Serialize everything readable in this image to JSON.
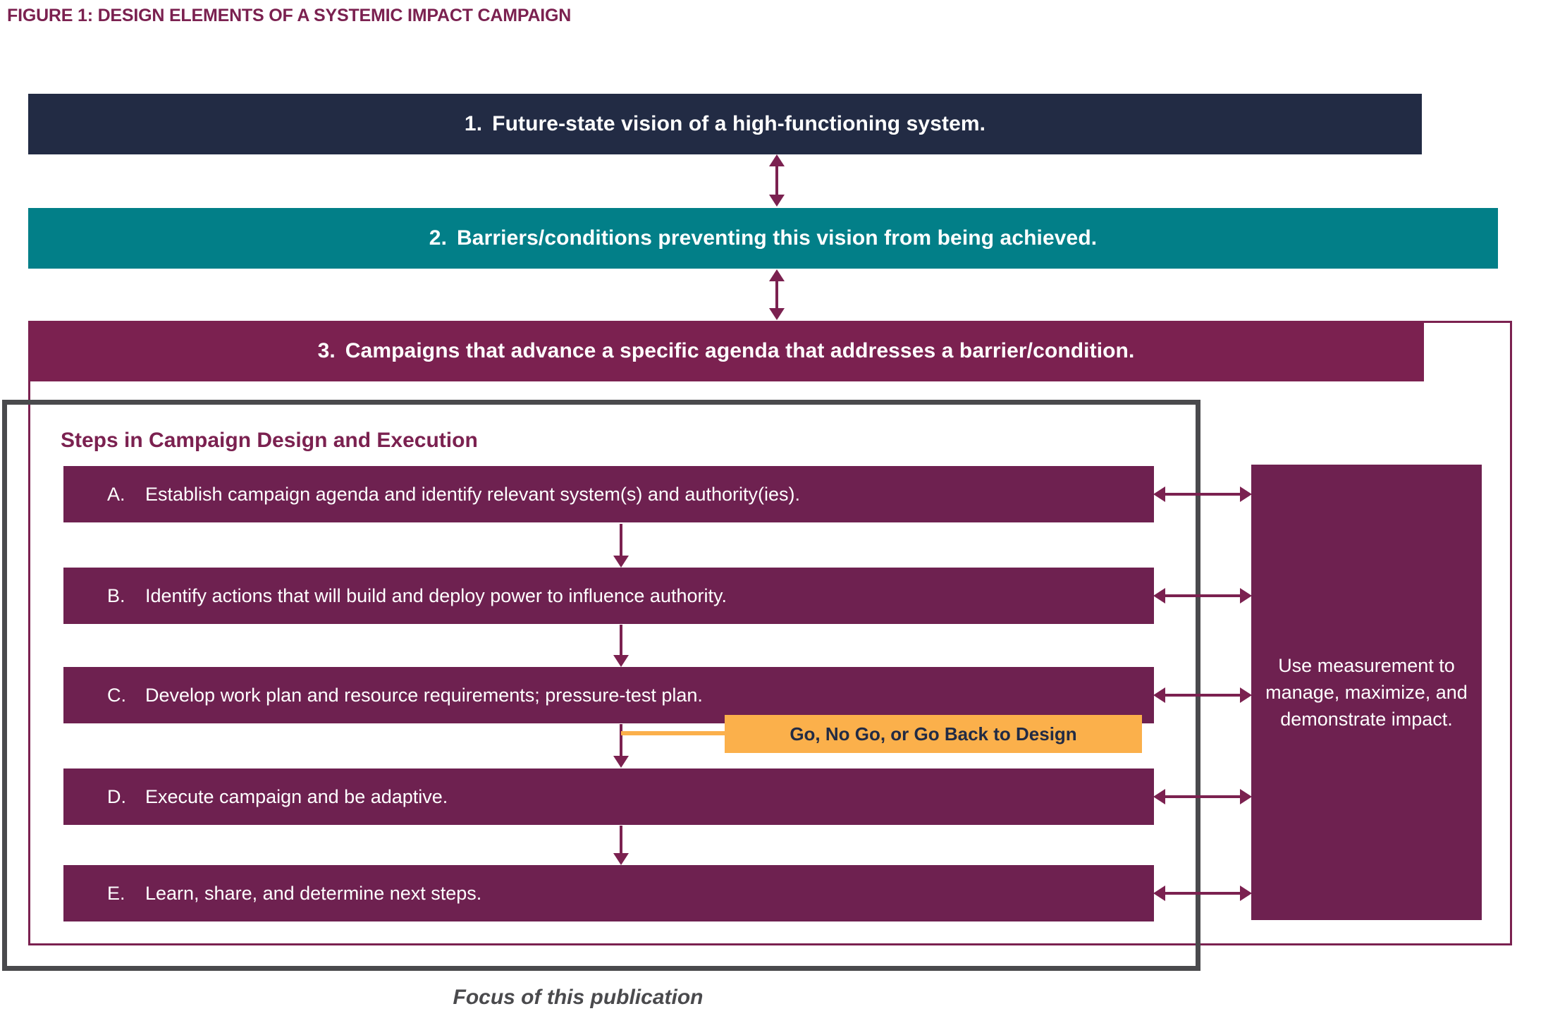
{
  "figure": {
    "title": "FIGURE 1: DESIGN ELEMENTS OF A SYSTEMIC IMPACT CAMPAIGN",
    "caption": "Focus of this publication"
  },
  "colors": {
    "title_magenta": "#7B2150",
    "navy": "#222B44",
    "teal": "#027F88",
    "magenta": "#7B2150",
    "step_magenta": "#6E2150",
    "orange": "#FBB04B",
    "gray": "#4A4A4D",
    "white": "#FFFFFF"
  },
  "levels": [
    {
      "number": "1.",
      "label": "Future-state vision of a high-functioning system.",
      "color": "#222B44"
    },
    {
      "number": "2.",
      "label": "Barriers/conditions preventing this vision from being achieved.",
      "color": "#027F88"
    },
    {
      "number": "3.",
      "label": "Campaigns that advance a specific agenda that addresses a barrier/condition.",
      "color": "#7B2150"
    }
  ],
  "steps_section": {
    "heading": "Steps in Campaign Design and Execution",
    "steps": [
      {
        "letter": "A.",
        "text": "Establish campaign agenda and identify relevant system(s) and authority(ies)."
      },
      {
        "letter": "B.",
        "text": "Identify actions that will build and deploy power to influence authority."
      },
      {
        "letter": "C.",
        "text": "Develop work plan and resource requirements; pressure-test plan."
      },
      {
        "letter": "D.",
        "text": "Execute campaign and be adaptive."
      },
      {
        "letter": "E.",
        "text": "Learn, share, and determine next steps."
      }
    ]
  },
  "measurement": {
    "text": "Use measurement to manage, maximize, and demonstrate impact."
  },
  "gonogo": {
    "label": "Go, No Go, or Go Back to Design"
  }
}
